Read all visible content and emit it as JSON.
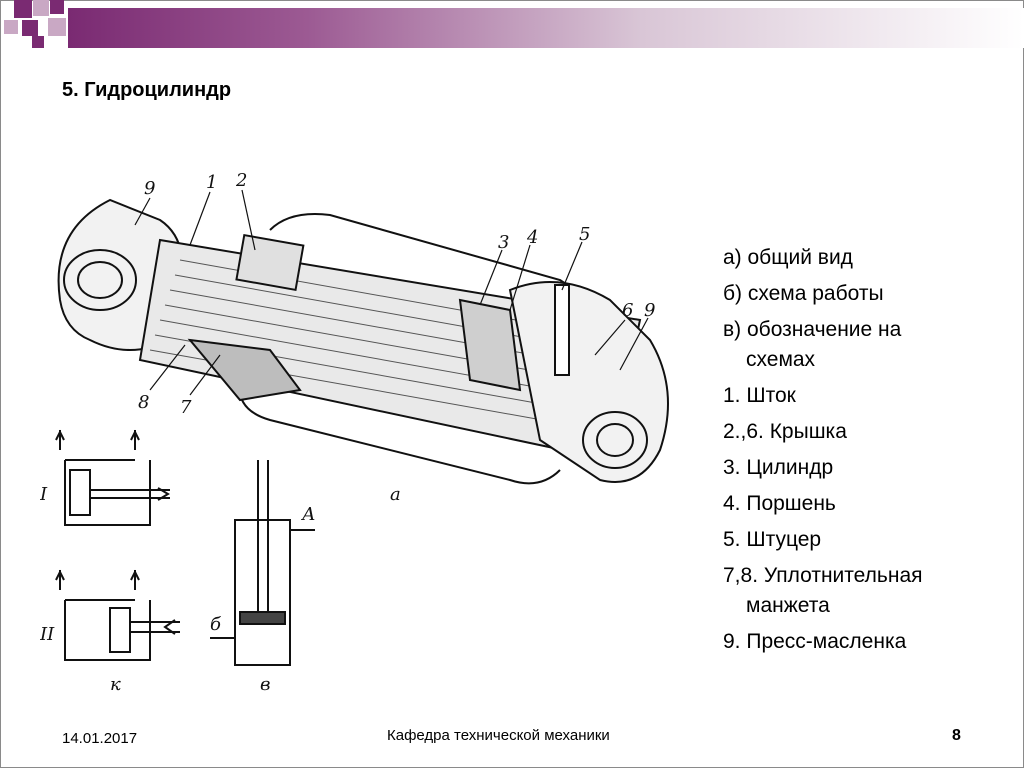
{
  "slide": {
    "title": "5. Гидроцилиндр",
    "legend": [
      {
        "id": "a",
        "lines": [
          "а)  общий вид"
        ]
      },
      {
        "id": "b",
        "lines": [
          "б) схема работы"
        ]
      },
      {
        "id": "v",
        "lines": [
          "в) обозначение на",
          "схемах"
        ]
      },
      {
        "id": "1",
        "lines": [
          "1. Шток"
        ]
      },
      {
        "id": "2",
        "lines": [
          "2.,6. Крышка"
        ]
      },
      {
        "id": "3",
        "lines": [
          "3. Цилиндр"
        ]
      },
      {
        "id": "4",
        "lines": [
          "4. Поршень"
        ]
      },
      {
        "id": "5",
        "lines": [
          "5. Штуцер"
        ]
      },
      {
        "id": "7",
        "lines": [
          "7,8.  Уплотнительная",
          "манжета"
        ]
      },
      {
        "id": "9",
        "lines": [
          "9. Пресс-масленка"
        ]
      }
    ],
    "footer": {
      "date": "14.01.2017",
      "department": "Кафедра технической механики",
      "page": "8"
    }
  },
  "drawing": {
    "callouts": [
      "9",
      "1",
      "2",
      "3",
      "4",
      "5",
      "6",
      "9",
      "8",
      "7"
    ],
    "view_label_main": "а",
    "scheme_labels": {
      "I": "I",
      "II": "II",
      "A": "А",
      "B": "б",
      "k": "к",
      "v": "в"
    }
  }
}
